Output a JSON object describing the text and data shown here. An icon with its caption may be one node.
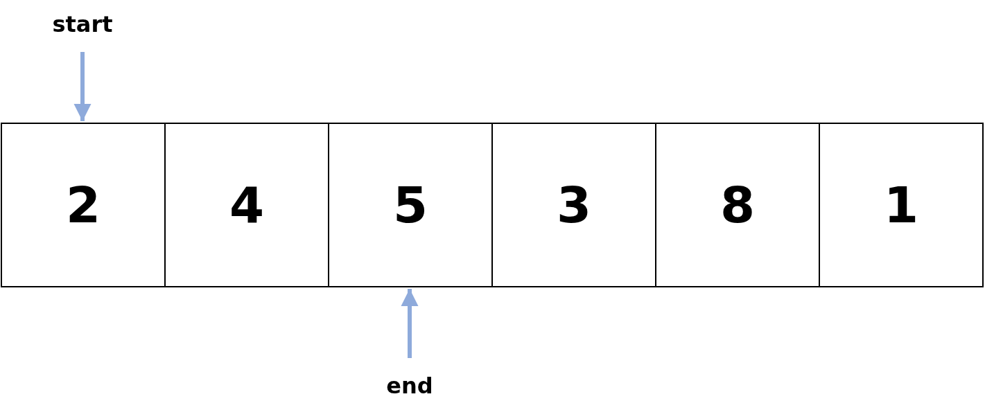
{
  "diagram": {
    "nodes": [
      {
        "text": [
          "start"
        ]
      },
      {
        "text": [
          "2"
        ]
      },
      {
        "text": [
          "4"
        ]
      },
      {
        "text": [
          "5"
        ]
      },
      {
        "text": [
          "3"
        ]
      },
      {
        "text": [
          "8"
        ]
      },
      {
        "text": [
          "1"
        ]
      },
      {
        "text": [
          "end"
        ]
      }
    ],
    "edges": [
      {
        "from": 0,
        "to": 1,
        "arrow": "to"
      },
      {
        "from": 7,
        "to": 3,
        "arrow": "to"
      }
    ]
  }
}
